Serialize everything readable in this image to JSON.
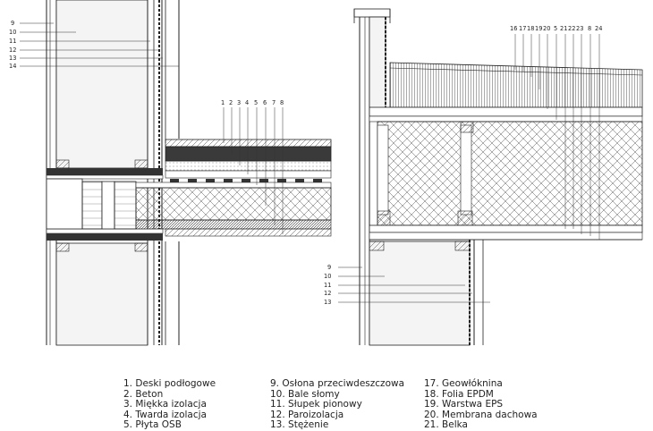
{
  "left_detail": {
    "callouts_side": [
      "9",
      "10",
      "11",
      "12",
      "13",
      "14"
    ],
    "callouts_top": [
      "1",
      "2",
      "3",
      "4",
      "5",
      "6",
      "7",
      "8"
    ]
  },
  "right_detail": {
    "callouts_top": [
      "16",
      "17",
      "18",
      "19",
      "20",
      "5",
      "21",
      "22",
      "23",
      "8",
      "24"
    ],
    "callouts_side": [
      "9",
      "10",
      "11",
      "12",
      "13"
    ]
  },
  "legend": {
    "col1": [
      {
        "num": "1.",
        "text": "Deski podłogowe"
      },
      {
        "num": "2.",
        "text": "Beton"
      },
      {
        "num": "3.",
        "text": "Miękka izolacja"
      },
      {
        "num": "4.",
        "text": "Twarda izolacja"
      },
      {
        "num": "5.",
        "text": "Płyta OSB"
      }
    ],
    "col2": [
      {
        "num": "9.",
        "text": "Osłona przeciwdeszczowa"
      },
      {
        "num": "10.",
        "text": "Bale słomy"
      },
      {
        "num": "11.",
        "text": "Słupek pionowy"
      },
      {
        "num": "12.",
        "text": "Paroizolacja"
      },
      {
        "num": "13.",
        "text": "Stężenie"
      }
    ],
    "col3": [
      {
        "num": "17.",
        "text": "Geowłóknina"
      },
      {
        "num": "18.",
        "text": "Folia EPDM"
      },
      {
        "num": "19.",
        "text": "Warstwa EPS"
      },
      {
        "num": "20.",
        "text": "Membrana dachowa"
      },
      {
        "num": "21.",
        "text": "Belka"
      }
    ]
  }
}
